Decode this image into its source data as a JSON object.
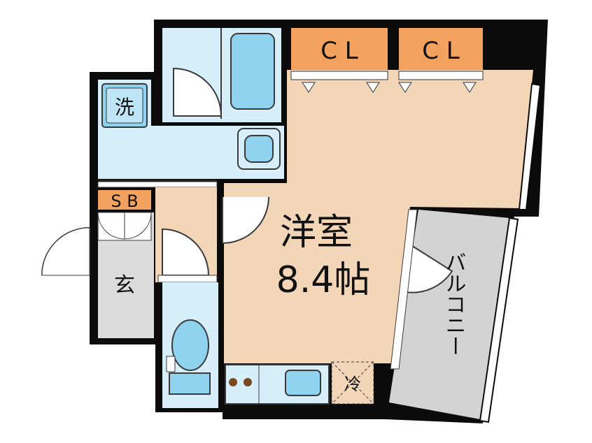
{
  "colors": {
    "wall": "#0b0b0b",
    "room": "#f3d6b8",
    "closet": "#f2a25e",
    "wet": "#d7eefb",
    "fixture": "#8fd3ee",
    "entry": "#dcdcdc",
    "balcony": "#d3d3d3"
  },
  "rooms": {
    "western_room_label": "洋室",
    "western_room_size": "8.4帖",
    "closet_1": "C L",
    "closet_2": "C L",
    "shoe_box": "S B",
    "laundry": "洗",
    "entrance": "玄",
    "fridge": "冷",
    "balcony": "バルコニー"
  },
  "icons": [
    "bathtub-icon",
    "washbasin-icon",
    "toilet-icon",
    "stove-icon",
    "sink-icon",
    "door-swing-icon"
  ]
}
